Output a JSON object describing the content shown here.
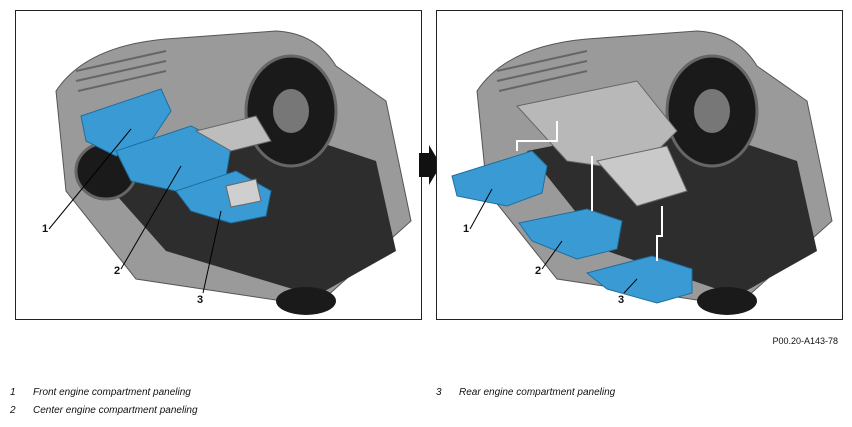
{
  "figure": {
    "id": "P00.20-A143-78"
  },
  "callouts": {
    "left": [
      "1",
      "2",
      "3"
    ],
    "right": [
      "1",
      "2",
      "3"
    ]
  },
  "legend": [
    {
      "number": "1",
      "text": "Front engine compartment paneling"
    },
    {
      "number": "2",
      "text": "Center engine compartment paneling"
    },
    {
      "number": "3",
      "text": "Rear engine compartment paneling"
    }
  ],
  "colors": {
    "paneling": "#3a9bd4",
    "paneling_dark": "#1e6f9f",
    "body": "#8a8a8a",
    "underbody": "#2a2a2a",
    "arrow": "#111111"
  }
}
